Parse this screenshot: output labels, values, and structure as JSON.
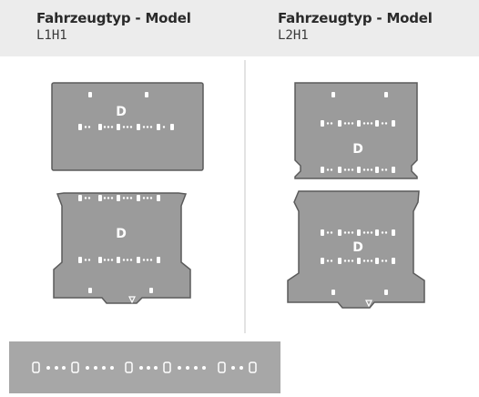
{
  "columns": [
    {
      "title": "Fahrzeugtyp - Model",
      "subtitle": "L1H1"
    },
    {
      "title": "Fahrzeugtyp - Model",
      "subtitle": "L2H1"
    }
  ],
  "floor_label": "D",
  "colors": {
    "header_background": "#ececec",
    "floor_fill": "#9b9b9b",
    "floor_outline": "#5b5b5b",
    "sample_bar": "#a7a7a7"
  }
}
